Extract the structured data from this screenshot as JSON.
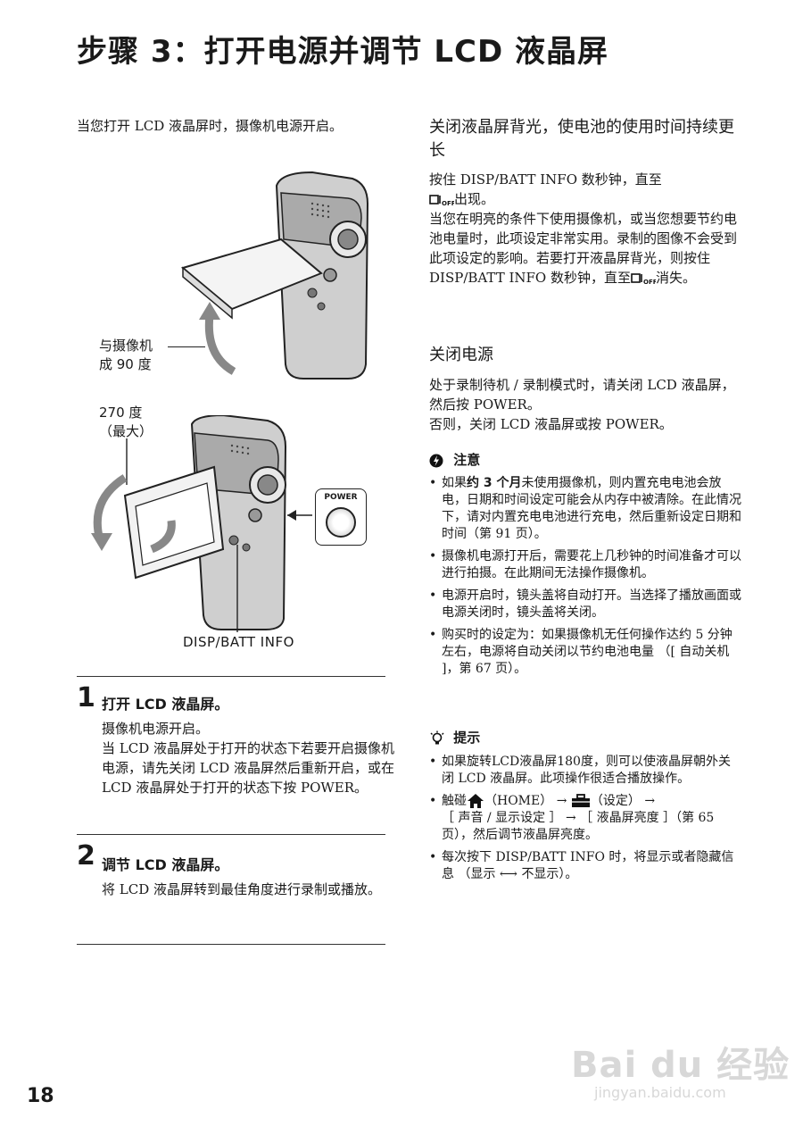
{
  "page": {
    "title": "步骤 3：打开电源并调节 LCD 液晶屏",
    "page_number": "18"
  },
  "left": {
    "intro": "当您打开 LCD 液晶屏时，摄像机电源开启。",
    "callout_90": [
      "与摄像机",
      "成 90 度"
    ],
    "callout_270": [
      "270 度",
      "（最大）"
    ],
    "power_label": "POWER",
    "disp_label": "DISP/BATT INFO",
    "step1": {
      "num": "1",
      "title": "打开 LCD 液晶屏。",
      "body": [
        "摄像机电源开启。",
        "当 LCD 液晶屏处于打开的状态下若要开启摄像机电源，请先关闭 LCD 液晶屏然后重新开启，或在 LCD 液晶屏处于打开的状态下按 POWER。"
      ]
    },
    "step2": {
      "num": "2",
      "title": "调节 LCD 液晶屏。",
      "body": "将 LCD 液晶屏转到最佳角度进行录制或播放。"
    }
  },
  "right": {
    "backlight_heading": "关闭液晶屏背光，使电池的使用时间持续更长",
    "backlight_p1a": "按住 DISP/BATT INFO 数秒钟，直至",
    "backlight_p1b": "出现。",
    "backlight_p2a": "当您在明亮的条件下使用摄像机，或当您想要节约电池电量时，此项设定非常实用。录制的图像不会受到此项设定的影响。若要打开液晶屏背光，则按住 DISP/BATT INFO 数秒钟，直至",
    "backlight_p2b": "消失。",
    "poweroff_heading": "关闭电源",
    "poweroff_body": [
      "处于录制待机 / 录制模式时，请关闭 LCD 液晶屏，然后按 POWER。",
      "否则，关闭 LCD 液晶屏或按 POWER。"
    ],
    "note_heading": "注意",
    "notes": [
      {
        "pre": "如果",
        "bold": "约 3 个月",
        "post": "未使用摄像机，则内置充电电池会放电，日期和时间设定可能会从内存中被清除。在此情况下，请对内置充电电池进行充电，然后重新设定日期和时间（第 91 页）。"
      },
      {
        "pre": "摄像机电源打开后，需要花上几秒钟的时间准备才可以进行拍摄。在此期间无法操作摄像机。",
        "bold": "",
        "post": ""
      },
      {
        "pre": "电源开启时，镜头盖将自动打开。当选择了播放画面或电源关闭时，镜头盖将关闭。",
        "bold": "",
        "post": ""
      },
      {
        "pre": "购买时的设定为：如果摄像机无任何操作达约 5 分钟左右，电源将自动关闭以节约电池电量 （[ 自动关机 ]，第 67 页）。",
        "bold": "",
        "post": ""
      }
    ],
    "tip_heading": "提示",
    "tips": {
      "t1": "如果旋转LCD液晶屏180度，则可以使液晶屏朝外关闭 LCD 液晶屏。此项操作很适合播放操作。",
      "t2_a": "触碰",
      "t2_b": "（HOME）",
      "t2_c": "（设定）",
      "t2_d": "［ 声音 / 显示设定 ］",
      "t2_e": "［ 液晶屏亮度 ］（第 65 页），然后调节液晶屏亮度。",
      "t3_a": "每次按下 DISP/BATT INFO 时，将显示或者隐藏信息 （显示",
      "t3_b": "不显示）。"
    }
  },
  "watermark": {
    "logo": "Bai du 经验",
    "url": "jingyan.baidu.com"
  },
  "icons": {
    "backlight_off": "backlight-off-icon",
    "home": "home-icon",
    "settings": "toolbox-icon",
    "note": "caution-icon",
    "tip": "lightbulb-icon",
    "arrow": "right-arrow-icon",
    "double_arrow": "left-right-arrow-icon"
  }
}
